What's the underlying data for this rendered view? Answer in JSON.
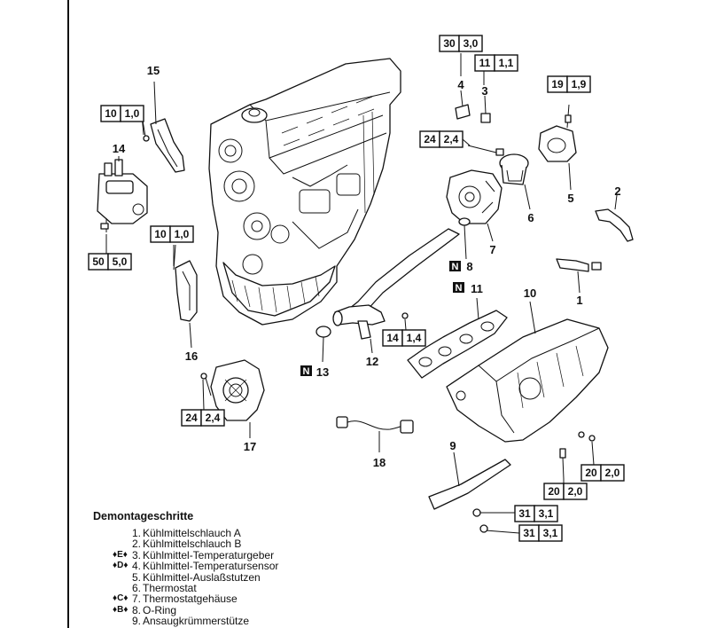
{
  "callouts": [
    {
      "id": "c1",
      "label": "1"
    },
    {
      "id": "c2",
      "label": "2"
    },
    {
      "id": "c3",
      "label": "3"
    },
    {
      "id": "c4",
      "label": "4"
    },
    {
      "id": "c5",
      "label": "5"
    },
    {
      "id": "c6",
      "label": "6"
    },
    {
      "id": "c7",
      "label": "7"
    },
    {
      "id": "c8",
      "label": "8"
    },
    {
      "id": "c9",
      "label": "9"
    },
    {
      "id": "c10",
      "label": "10"
    },
    {
      "id": "c11",
      "label": "11"
    },
    {
      "id": "c12",
      "label": "12"
    },
    {
      "id": "c13",
      "label": "13"
    },
    {
      "id": "c14",
      "label": "14"
    },
    {
      "id": "c15",
      "label": "15"
    },
    {
      "id": "c16",
      "label": "16"
    },
    {
      "id": "c17",
      "label": "17"
    },
    {
      "id": "c18",
      "label": "18"
    }
  ],
  "torque_boxes": [
    {
      "id": "t1",
      "nm": "30",
      "kpm": "3,0"
    },
    {
      "id": "t2",
      "nm": "11",
      "kpm": "1,1"
    },
    {
      "id": "t3",
      "nm": "19",
      "kpm": "1,9"
    },
    {
      "id": "t4",
      "nm": "24",
      "kpm": "2,4"
    },
    {
      "id": "t5",
      "nm": "10",
      "kpm": "1,0"
    },
    {
      "id": "t6",
      "nm": "50",
      "kpm": "5,0"
    },
    {
      "id": "t7",
      "nm": "10",
      "kpm": "1,0"
    },
    {
      "id": "t8",
      "nm": "14",
      "kpm": "1,4"
    },
    {
      "id": "t9",
      "nm": "24",
      "kpm": "2,4"
    },
    {
      "id": "t10",
      "nm": "20",
      "kpm": "2,0"
    },
    {
      "id": "t11",
      "nm": "20",
      "kpm": "2,0"
    },
    {
      "id": "t12",
      "nm": "31",
      "kpm": "3,1"
    },
    {
      "id": "t13",
      "nm": "31",
      "kpm": "3,1"
    }
  ],
  "new_part_mark": "N",
  "steps_title": "Demontageschritte",
  "steps": [
    {
      "mark": "",
      "no": "1.",
      "text": "Kühlmittelschlauch A"
    },
    {
      "mark": "",
      "no": "2.",
      "text": "Kühlmittelschlauch B"
    },
    {
      "mark": "♦E♦",
      "no": "3.",
      "text": "Kühlmittel-Temperaturgeber"
    },
    {
      "mark": "♦D♦",
      "no": "4.",
      "text": "Kühlmittel-Temperatursensor"
    },
    {
      "mark": "",
      "no": "5.",
      "text": "Kühlmittel-Auslaßstutzen"
    },
    {
      "mark": "",
      "no": "6.",
      "text": "Thermostat"
    },
    {
      "mark": "♦C♦",
      "no": "7.",
      "text": "Thermostatgehäuse"
    },
    {
      "mark": "♦B♦",
      "no": "8.",
      "text": "O-Ring"
    },
    {
      "mark": "",
      "no": "9.",
      "text": "Ansaugkrümmerstütze"
    }
  ]
}
